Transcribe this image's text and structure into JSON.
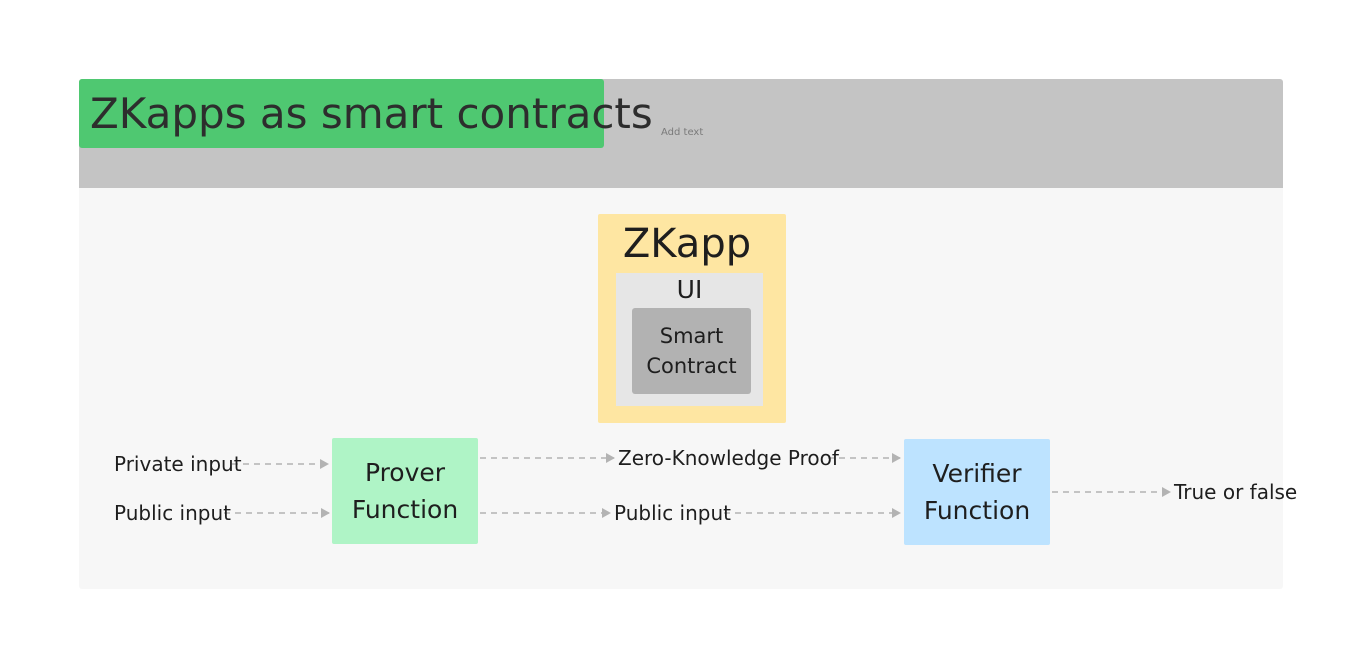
{
  "section": {
    "title": "ZKapps as smart contracts",
    "add_text_placeholder": "Add text"
  },
  "zkapp": {
    "title": "ZKapp",
    "ui_label": "UI",
    "smart_contract_line1": "Smart",
    "smart_contract_line2": "Contract"
  },
  "flow": {
    "private_input": "Private input",
    "public_input_left": "Public input",
    "prover_line1": "Prover",
    "prover_line2": "Function",
    "zk_proof": "Zero-Knowledge Proof",
    "public_input_middle": "Public input",
    "verifier_line1": "Verifier",
    "verifier_line2": "Function",
    "result": "True or false"
  },
  "colors": {
    "section_background": "#f7f7f7",
    "section_header": "#c4c4c4",
    "title_highlight": "#4fc871",
    "zkapp_frame": "#fee6a2",
    "ui_box": "#e6e6e6",
    "smart_contract_box": "#b2b2b2",
    "prover_box": "#aff4c6",
    "verifier_box": "#bde3ff",
    "connector": "#b3b3b3"
  }
}
